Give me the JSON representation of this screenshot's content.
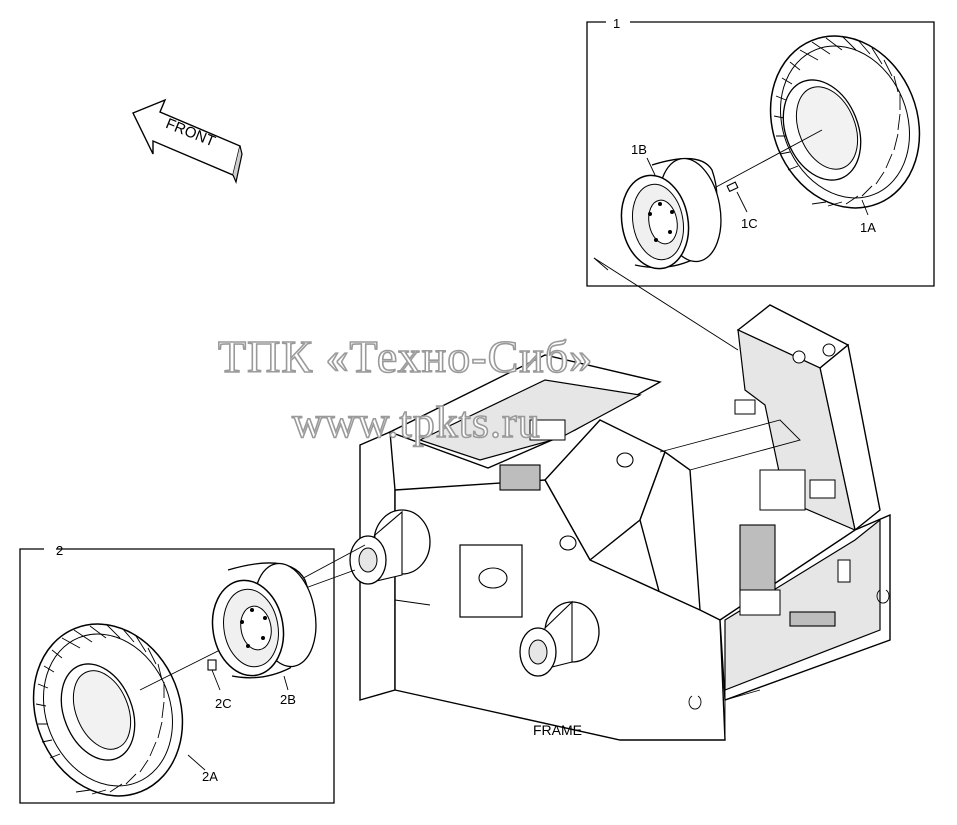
{
  "watermark": {
    "line1": "ТПК «Техно-Сиб»",
    "line2": "www.tpkts.ru"
  },
  "direction_arrow": {
    "label": "FRONT"
  },
  "frame_label": "FRAME",
  "groups": [
    {
      "number": "1",
      "parts": {
        "tire": "1A",
        "rim": "1B",
        "valve": "1C"
      }
    },
    {
      "number": "2",
      "parts": {
        "tire": "2A",
        "rim": "2B",
        "valve": "2C"
      }
    }
  ]
}
